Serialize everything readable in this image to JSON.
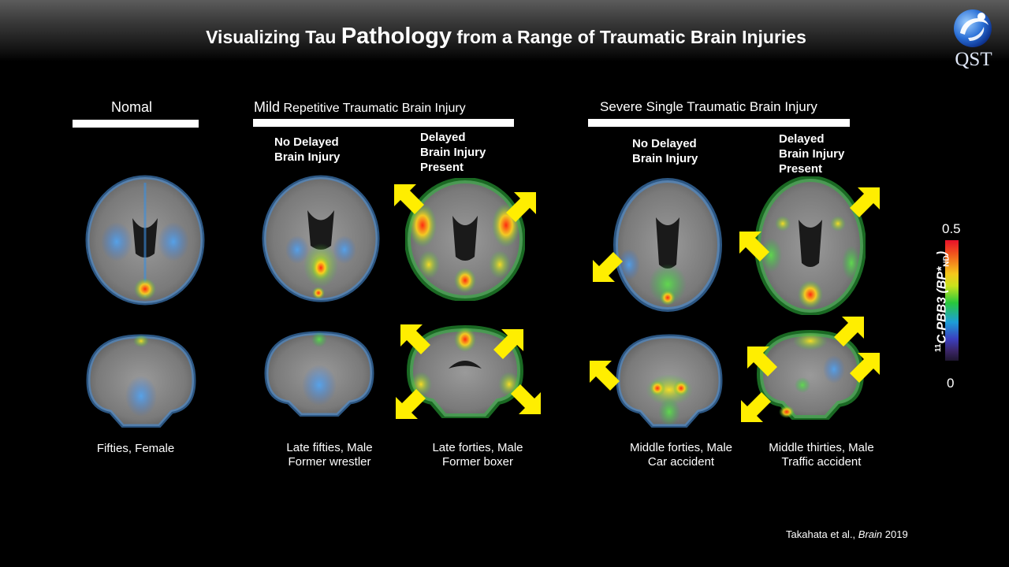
{
  "header": {
    "title_pre": "Visualizing Tau ",
    "title_big": "Pathology",
    "title_post": " from a Range of Traumatic Brain Injuries"
  },
  "logo": {
    "text": "QST",
    "icon": "qst-logo-swirl-icon"
  },
  "groups": {
    "normal": {
      "title": "Nomal"
    },
    "mild": {
      "title_first": "Mild",
      "title_rest": " Repetitive Traumatic Brain Injury"
    },
    "severe": {
      "title": "Severe Single Traumatic Brain Injury"
    }
  },
  "subheads": {
    "mild_no": [
      "No Delayed",
      "Brain Injury"
    ],
    "mild_yes": [
      "Delayed",
      "Brain Injury",
      "Present"
    ],
    "severe_no": [
      "No Delayed",
      "Brain Injury"
    ],
    "severe_yes": [
      "Delayed",
      "Brain Injury",
      "Present"
    ]
  },
  "captions": [
    [
      "Fifties, Female"
    ],
    [
      "Late fifties, Male",
      "Former wrestler"
    ],
    [
      "Late forties, Male",
      "Former boxer"
    ],
    [
      "Middle forties, Male",
      "Car accident"
    ],
    [
      "Middle thirties, Male",
      "Traffic accident"
    ]
  ],
  "colorbar": {
    "max": "0.5",
    "min": "0",
    "label_sup": "11",
    "label_main": "C-PBB3 (BP*",
    "label_sub": "ND",
    "label_end": ")"
  },
  "citation": {
    "authors": "Takahata et al., ",
    "journal": "Brain",
    "year": " 2019"
  },
  "colors": {
    "background": "#000000",
    "arrow": "#ffee00",
    "scan_gray": "#8a8a8a",
    "tracer_blue": "#2c8ad8",
    "tracer_green": "#3cc83c",
    "tracer_red": "#e01818"
  },
  "icons": [
    "yellow-arrow-icon",
    "qst-logo-swirl-icon"
  ]
}
